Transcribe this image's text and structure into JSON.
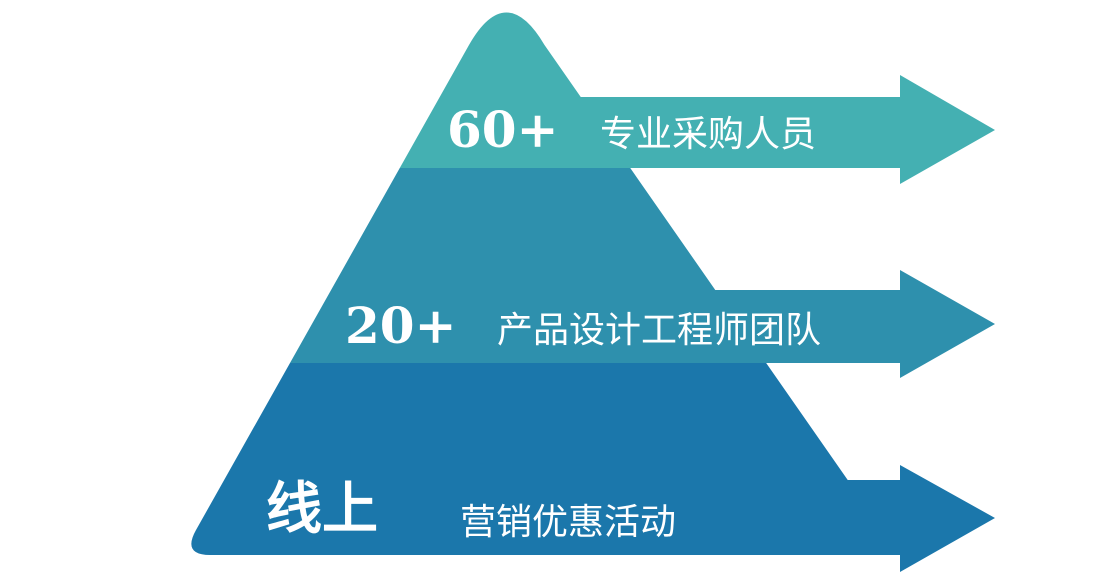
{
  "colors": {
    "tier1": "#44b0b2",
    "tier2": "#2e90ad",
    "tier3": "#1b77ab"
  },
  "tiers": [
    {
      "highlight": "60+",
      "label": "专业采购人员"
    },
    {
      "highlight": "20+",
      "label": "产品设计工程师团队"
    },
    {
      "highlight": "线上",
      "label": "营销优惠活动"
    }
  ]
}
